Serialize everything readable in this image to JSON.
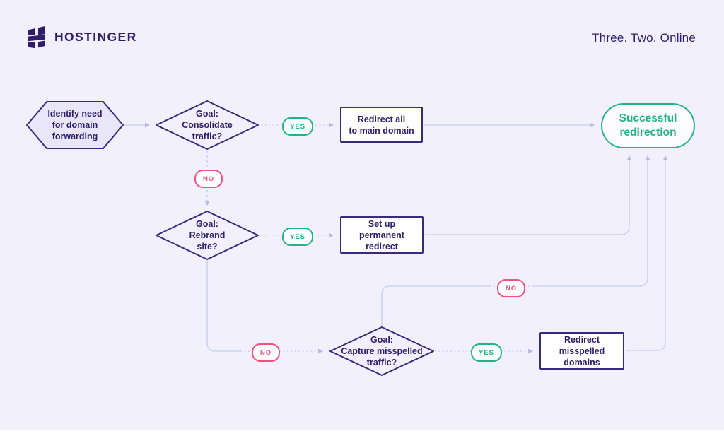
{
  "header": {
    "brand": "HOSTINGER",
    "tagline": "Three. Two. Online"
  },
  "labels": {
    "yes": "YES",
    "no": "NO"
  },
  "nodes": {
    "start": {
      "label": "Identify need\nfor domain\nforwarding",
      "shape": "hexagon"
    },
    "decision1": {
      "label": "Goal:\nConsolidate\ntraffic?",
      "shape": "diamond"
    },
    "process1": {
      "label": "Redirect all\nto main domain",
      "shape": "rectangle"
    },
    "decision2": {
      "label": "Goal:\nRebrand\nsite?",
      "shape": "diamond"
    },
    "process2": {
      "label": "Set up\npermanent\nredirect",
      "shape": "rectangle"
    },
    "decision3": {
      "label": "Goal:\nCapture misspelled\ntraffic?",
      "shape": "diamond"
    },
    "process3": {
      "label": "Redirect\nmisspelled\ndomains",
      "shape": "rectangle"
    },
    "end": {
      "label": "Successful\nredirection",
      "shape": "stadium"
    }
  },
  "colors": {
    "background": "#f2f0fc",
    "brand_purple": "#2f1c6a",
    "node_border_purple": "#3a2a7e",
    "success_green": "#20b486",
    "no_pink": "#f64e7f",
    "connector": "#cdd2ee",
    "arrowhead": "#b5bae4",
    "hexagon_fill": "#e9e6f8"
  }
}
